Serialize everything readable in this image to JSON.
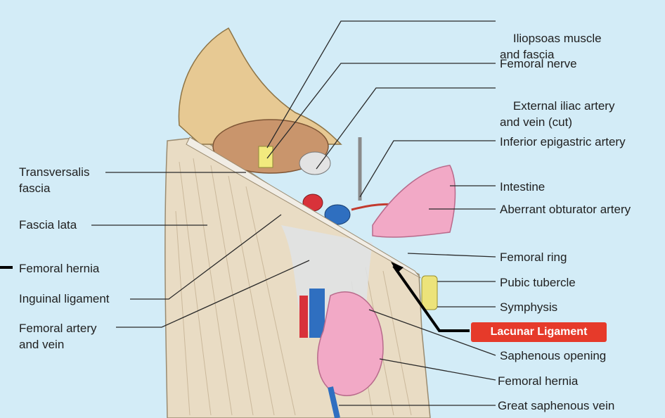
{
  "labels_right": [
    "Iliopsoas muscle\nand fascia",
    "Femoral nerve",
    "External iliac artery\nand vein (cut)",
    "Inferior epigastric artery",
    "Intestine",
    "Aberrant obturator artery",
    "Femoral ring",
    "Pubic tubercle",
    "Symphysis",
    "Saphenous opening",
    "Femoral hernia",
    "Great saphenous vein"
  ],
  "labels_left": [
    "Transversalis\nfascia",
    "Fascia lata",
    "Femoral hernia",
    "Inguinal ligament",
    "Femoral artery\nand vein"
  ],
  "callout": {
    "text": "Lacunar Ligament",
    "color": "#e63a2a"
  },
  "colors": {
    "background": "#d3ecf7",
    "muscle": "#e9dcc4",
    "hernia": "#f2a9c6",
    "artery": "#d8323a",
    "vein": "#2f6fc0"
  }
}
